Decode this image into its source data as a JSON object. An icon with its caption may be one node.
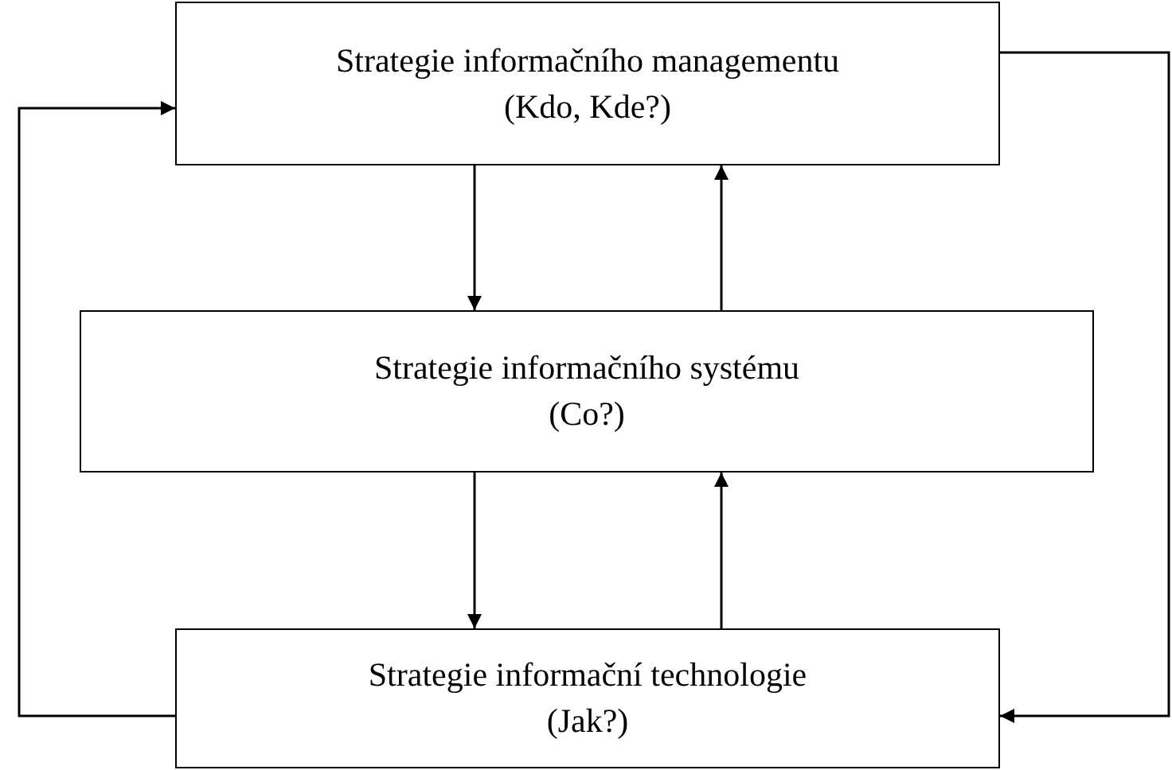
{
  "diagram": {
    "nodes": [
      {
        "text": [
          "Strategie informačního managementu",
          "(Kdo, Kde?)"
        ]
      },
      {
        "text": [
          "Strategie informačního systému",
          "(Co?)"
        ]
      },
      {
        "text": [
          "Strategie informační technologie",
          "(Jak?)"
        ]
      }
    ],
    "edges": [
      {
        "from": 0,
        "to": 1,
        "arrow": "to"
      },
      {
        "from": 1,
        "to": 0,
        "arrow": "to"
      },
      {
        "from": 1,
        "to": 2,
        "arrow": "to"
      },
      {
        "from": 2,
        "to": 1,
        "arrow": "to"
      },
      {
        "from": 2,
        "to": 0,
        "arrow": "to"
      },
      {
        "from": 0,
        "to": 2,
        "arrow": "to"
      }
    ]
  }
}
